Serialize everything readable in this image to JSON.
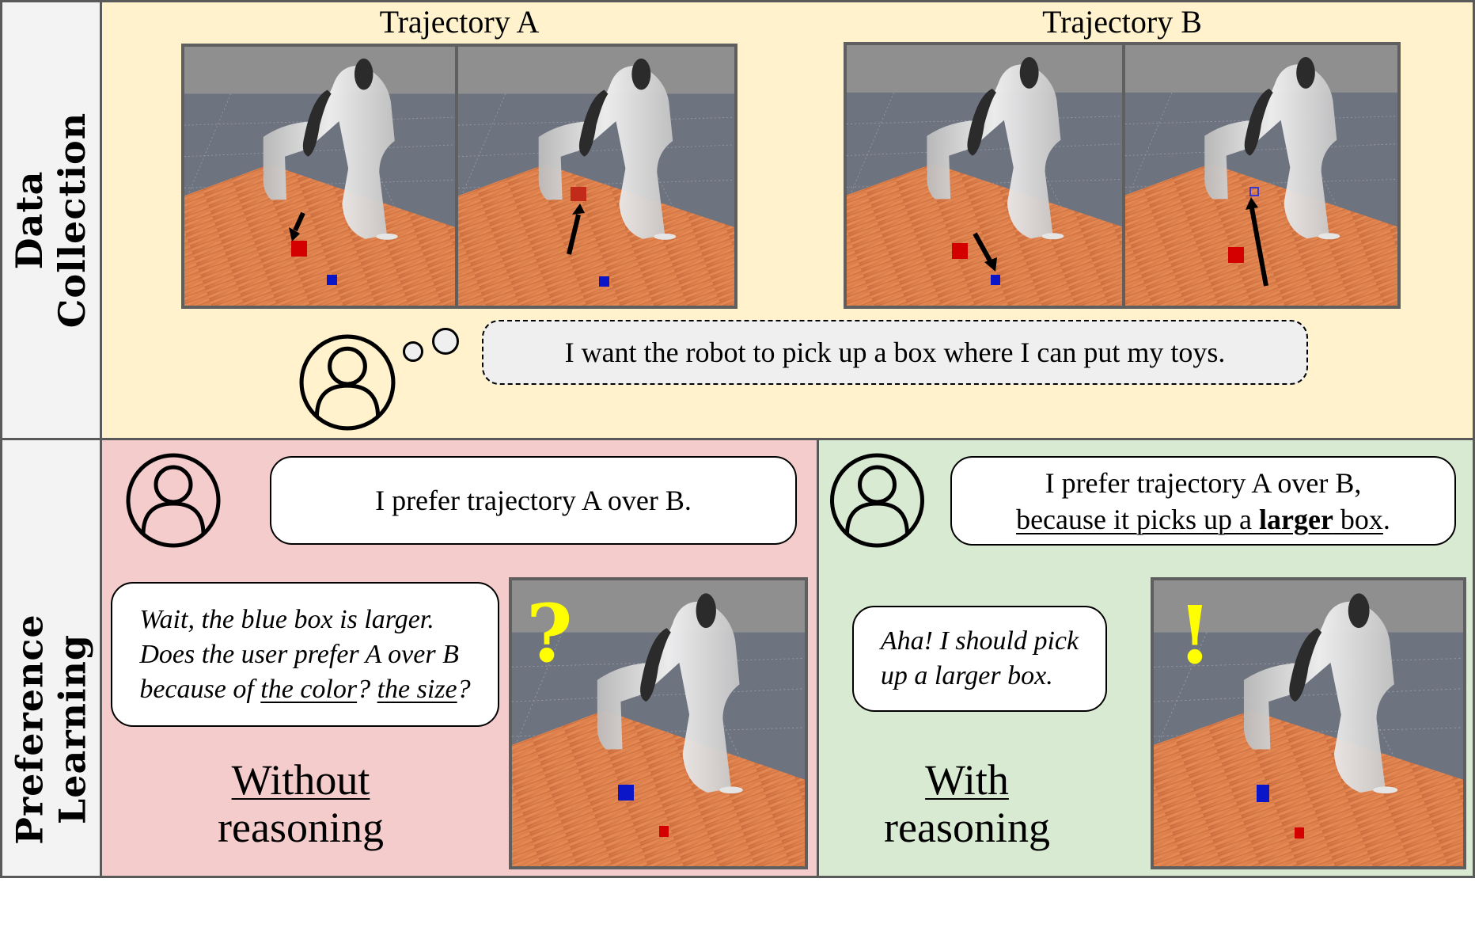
{
  "sections": {
    "data_collection": {
      "label_line1": "Data",
      "label_line2": "Collection",
      "trajectories": [
        {
          "title": "Trajectory A",
          "frames": [
            {
              "description": "Robot arm moves gripper down toward the red box",
              "arrow": "down-to-red-box"
            },
            {
              "description": "Robot arm lifts the red box",
              "arrow": "up-from-red-box"
            }
          ]
        },
        {
          "title": "Trajectory B",
          "frames": [
            {
              "description": "Robot arm moves gripper toward the blue box",
              "arrow": "down-to-blue-box"
            },
            {
              "description": "Robot arm lifts the blue box",
              "arrow": "up-from-blue-box"
            }
          ]
        }
      ],
      "user_thought": "I want the robot to pick up a box where I can put my toys."
    },
    "preference_learning": {
      "label_line1": "Preference",
      "label_line2": "Learning",
      "without": {
        "user_statement": "I prefer trajectory A over B.",
        "robot_thought": {
          "line1": "Wait, the blue box is larger.",
          "line2": "Does the user prefer A over B",
          "line3_prefix": "because of ",
          "option1": "the color",
          "sep": "? ",
          "option2": "the size",
          "suffix": "?"
        },
        "mark": "?",
        "label_line1": "Without",
        "label_line2": "reasoning"
      },
      "with": {
        "user_statement_line1": "I prefer trajectory A over B,",
        "user_statement_line2_prefix": "because it picks up a ",
        "user_statement_line2_bold": "larger",
        "user_statement_line2_suffix": " box",
        "user_statement_line2_end": ".",
        "robot_thought_line1": "Aha! I should pick",
        "robot_thought_line2": "up a larger box.",
        "mark": "!",
        "label_line1": "With",
        "label_line2": "reasoning"
      }
    }
  },
  "icons": {
    "user": "user-avatar-icon",
    "thought_dots": "thought-bubble-icon",
    "question": "question-mark-icon",
    "exclamation": "exclamation-mark-icon",
    "arrow": "arrow-icon"
  },
  "colors": {
    "top_panel": "#fff2cc",
    "without_panel": "#f4cccc",
    "with_panel": "#d9ead3",
    "label_column": "#f3f3f3",
    "grid_line": "#595959",
    "mark": "#ffff00",
    "red_box": "#d40000",
    "blue_box": "#0a16c8"
  }
}
